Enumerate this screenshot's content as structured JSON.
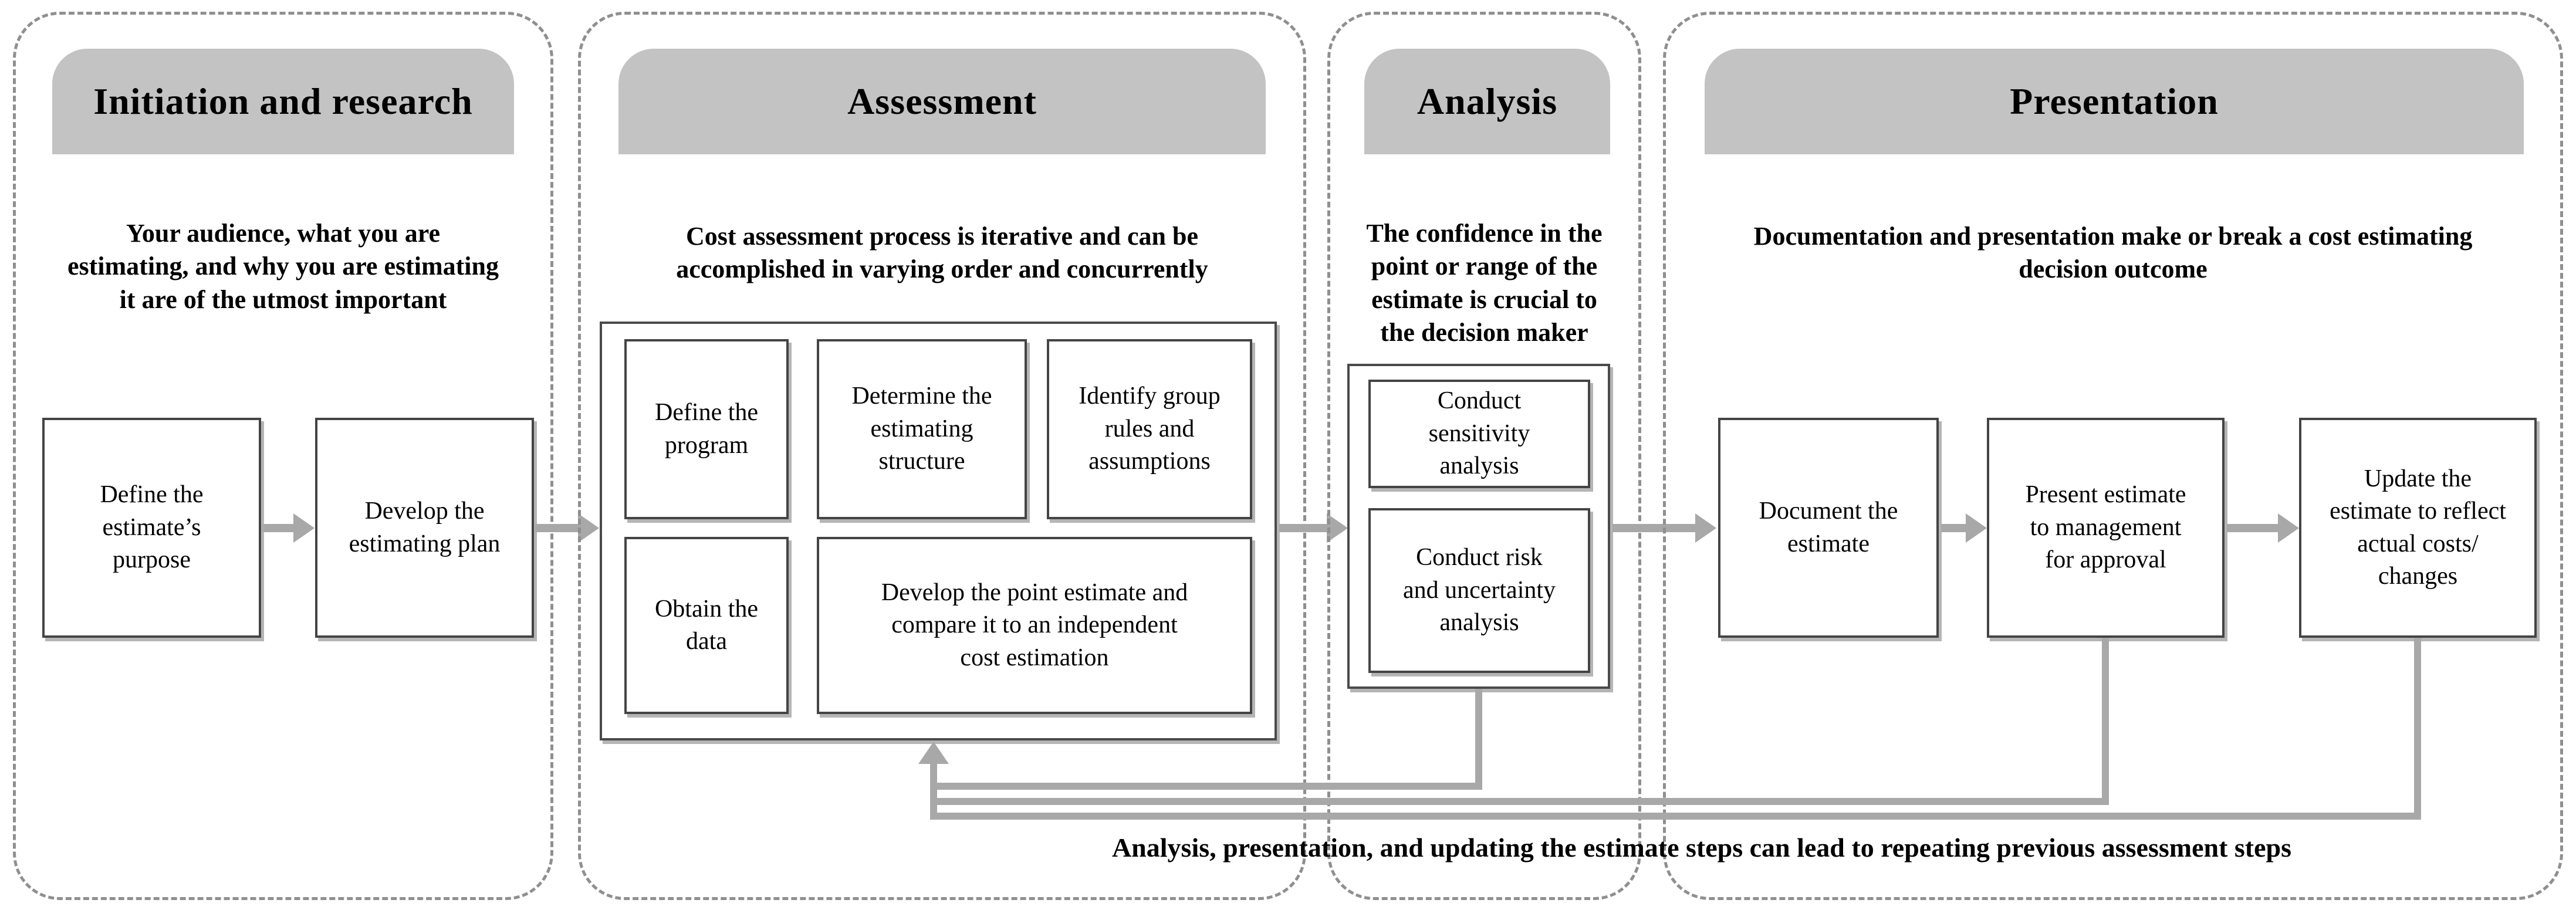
{
  "colors": {
    "header_fill": "#c3c3c3",
    "panel_dash_border": "#8f8f8f",
    "box_border": "#444444",
    "box_shadow": "#b5b5b5",
    "arrow": "#a8a8a8",
    "text": "#000000"
  },
  "caption": "Analysis, presentation, and updating the estimate steps can lead to repeating previous assessment steps",
  "panels": [
    {
      "title": "Initiation and research",
      "description": "Your audience, what you are\nestimating, and why you are estimating\nit are of the utmost important",
      "boxes": [
        {
          "label": "Define the\nestimate’s\npurpose"
        },
        {
          "label": "Develop the\nestimating plan"
        }
      ]
    },
    {
      "title": "Assessment",
      "description": "Cost assessment process is iterative and can be\naccomplished in varying order and concurrently",
      "boxes": [
        {
          "label": "Define the\nprogram"
        },
        {
          "label": "Determine the\nestimating\nstructure"
        },
        {
          "label": "Identify group\nrules and\nassumptions"
        },
        {
          "label": "Obtain the\ndata"
        },
        {
          "label": "Develop the point estimate and\ncompare it to an independent\ncost estimation"
        }
      ]
    },
    {
      "title": "Analysis",
      "description": "The confidence in the\npoint or range of the\nestimate is crucial to\nthe decision maker",
      "boxes": [
        {
          "label": "Conduct\nsensitivity\nanalysis"
        },
        {
          "label": "Conduct risk\nand uncertainty\nanalysis"
        }
      ]
    },
    {
      "title": "Presentation",
      "description": "Documentation and presentation make or break a cost estimating\ndecision outcome",
      "boxes": [
        {
          "label": "Document the\nestimate"
        },
        {
          "label": "Present estimate\nto management\nfor approval"
        },
        {
          "label": "Update the\nestimate to reflect\nactual costs/\nchanges"
        }
      ]
    }
  ]
}
